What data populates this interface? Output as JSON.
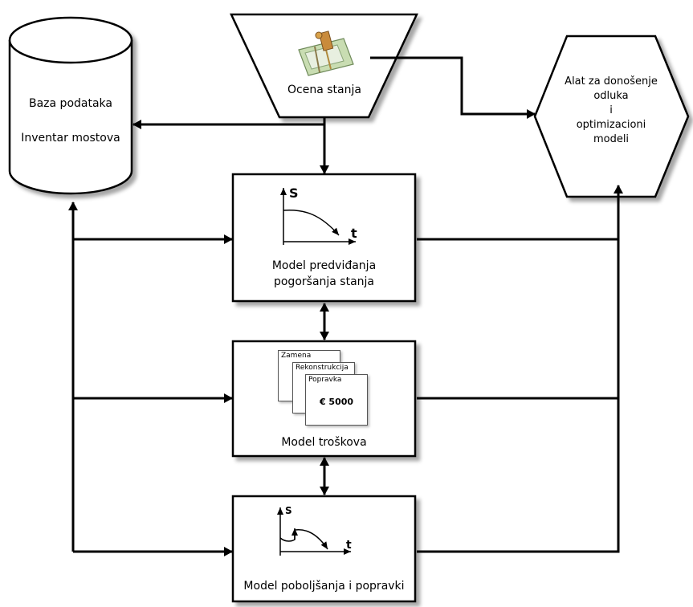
{
  "ocena": {
    "label": "Ocena stanja"
  },
  "database": {
    "line1": "Baza podataka",
    "line2": "Inventar mostova"
  },
  "tool": {
    "lines": [
      "Alat za donošenje",
      "odluka",
      "i",
      "optimizacioni",
      "modeli"
    ]
  },
  "deterioration": {
    "lines": [
      "Model predviđanja",
      "pogoršanja stanja"
    ],
    "y_axis": "S",
    "x_axis": "t"
  },
  "costs": {
    "label": "Model troškova",
    "cards": [
      {
        "title": "Zamena"
      },
      {
        "title": "Rekonstrukcija"
      },
      {
        "title": "Popravka",
        "value": "€ 5000"
      }
    ]
  },
  "repair": {
    "label": "Model poboljšanja i popravki",
    "y_axis": "S",
    "x_axis": "t"
  }
}
